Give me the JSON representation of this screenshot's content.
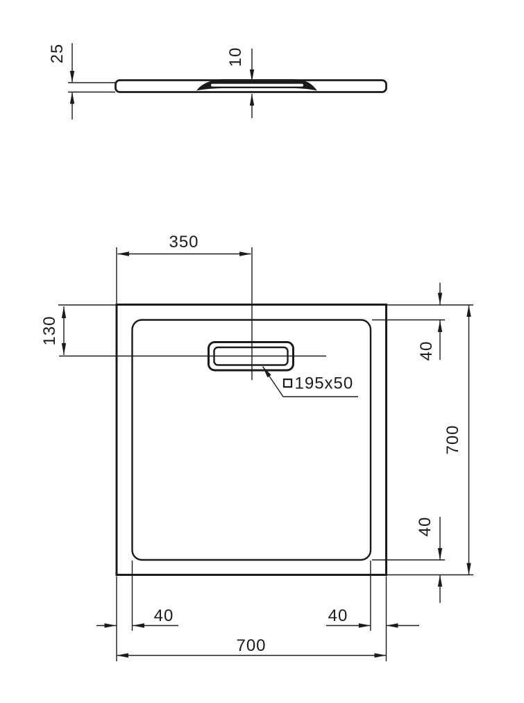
{
  "drawing": {
    "subject": "square shower tray dimensional drawing",
    "colors": {
      "ink": "#1b1b1b",
      "background": "#ffffff"
    },
    "side_view": {
      "overall_height": "25",
      "recess_depth": "10"
    },
    "plan_view": {
      "drain_center_from_left": "350",
      "drain_center_from_top": "130",
      "drain_size_symbol": "square-symbol",
      "drain_size": "195x50",
      "margin_top": "40",
      "margin_bottom": "40",
      "margin_left": "40",
      "margin_right": "40",
      "overall_width": "700",
      "overall_depth": "700"
    }
  }
}
